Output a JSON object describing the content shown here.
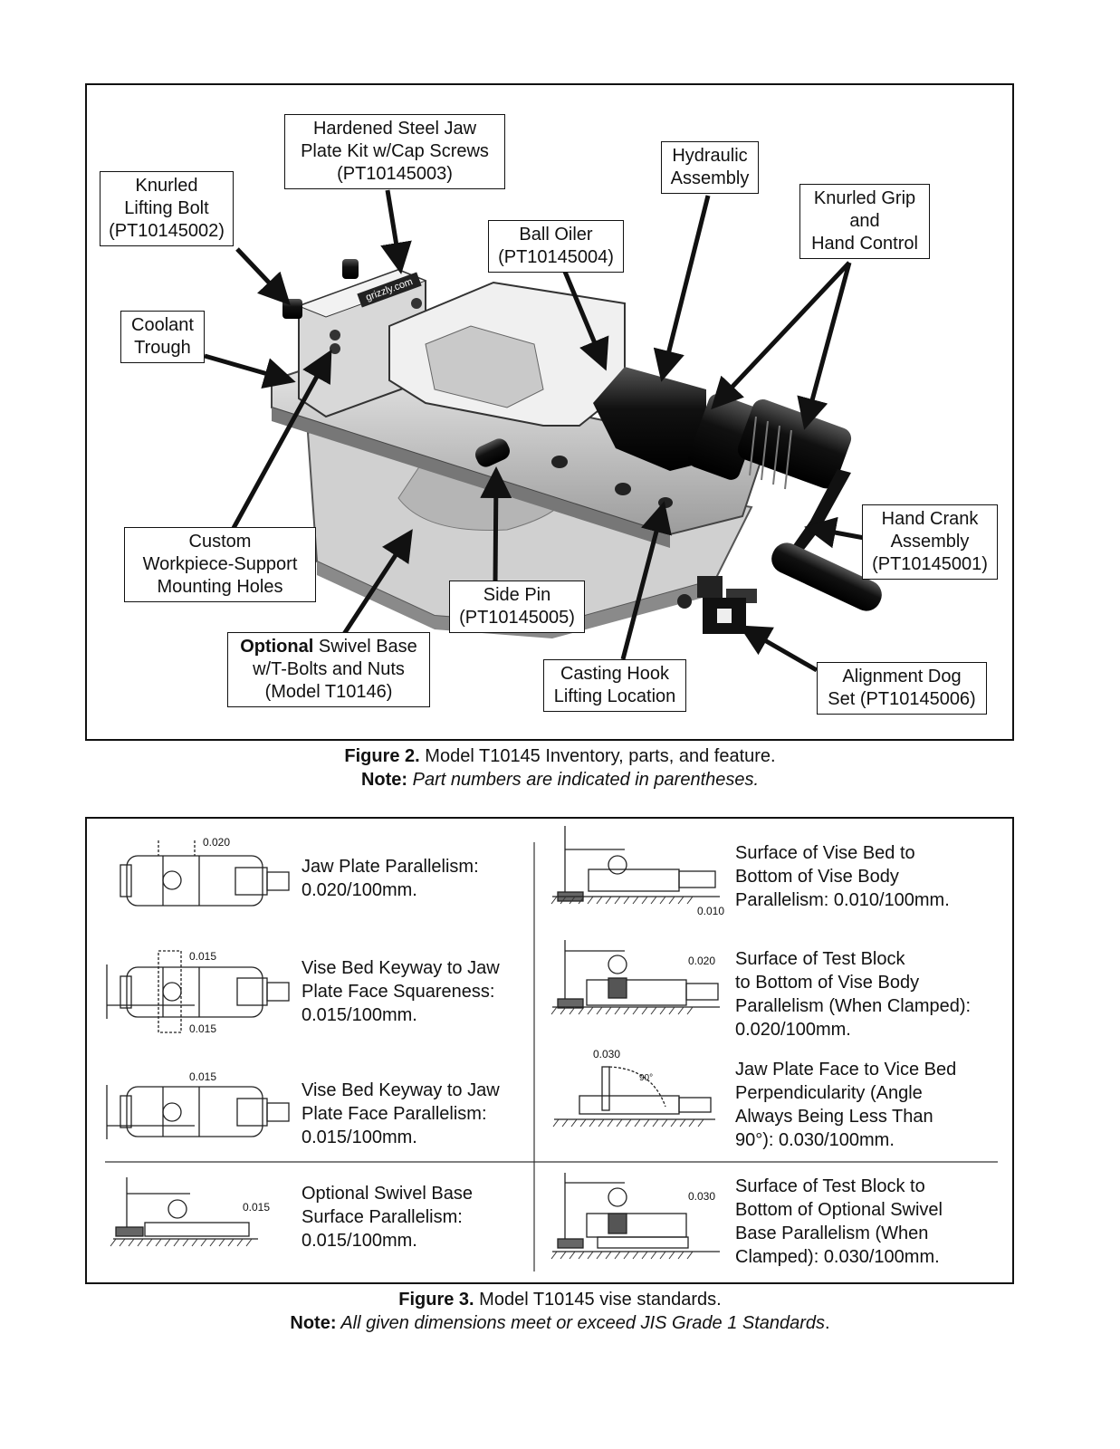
{
  "figure2": {
    "callouts": {
      "knurled_lifting_bolt": [
        "Knurled",
        "Lifting Bolt",
        "(PT10145002)"
      ],
      "jaw_plate_kit": [
        "Hardened Steel Jaw",
        "Plate Kit w/Cap Screws",
        "(PT10145003)"
      ],
      "hydraulic_assembly": [
        "Hydraulic",
        "Assembly"
      ],
      "knurled_grip": [
        "Knurled Grip",
        "and",
        "Hand Control"
      ],
      "ball_oiler": [
        "Ball Oiler",
        "(PT10145004)"
      ],
      "coolant_trough": [
        "Coolant",
        "Trough"
      ],
      "workpiece_support": [
        "Custom",
        "Workpiece-Support",
        "Mounting Holes"
      ],
      "hand_crank": [
        "Hand Crank",
        "Assembly",
        "(PT10145001)"
      ],
      "side_pin": [
        "Side Pin",
        "(PT10145005)"
      ],
      "swivel_base_bold": "Optional",
      "swivel_base": [
        " Swivel Base",
        "w/T-Bolts and Nuts",
        "(Model T10146)"
      ],
      "casting_hook": [
        "Casting Hook",
        "Lifting Location"
      ],
      "alignment_dog": [
        "Alignment Dog",
        "Set (PT10145006)"
      ]
    },
    "product_label": "grizzly.com",
    "caption_bold": "Figure 2.",
    "caption_text": " Model T10145 Inventory, parts, and feature.",
    "note_bold": "Note:",
    "note_text": " Part numbers are indicated in parentheses."
  },
  "figure3": {
    "standards": [
      {
        "lines": [
          "Jaw Plate Parallelism:",
          "0.020/100mm."
        ],
        "dims": [
          "0.020"
        ]
      },
      {
        "lines": [
          "Vise Bed Keyway to Jaw",
          "Plate Face Squareness:",
          "0.015/100mm."
        ],
        "dims": [
          "0.015",
          "0.015"
        ]
      },
      {
        "lines": [
          "Vise Bed Keyway to Jaw",
          "Plate Face Parallelism:",
          "0.015/100mm."
        ],
        "dims": [
          "0.015"
        ]
      },
      {
        "lines": [
          "Optional Swivel Base",
          "Surface Parallelism:",
          "0.015/100mm."
        ],
        "dims": [
          "0.015"
        ]
      },
      {
        "lines": [
          "Surface of Vise Bed to",
          "Bottom of Vise Body",
          "Parallelism: 0.010/100mm."
        ],
        "dims": [
          "0.010"
        ]
      },
      {
        "lines": [
          "Surface of Test Block",
          "to Bottom of Vise Body",
          "Parallelism (When Clamped):",
          "0.020/100mm."
        ],
        "dims": [
          "0.020"
        ]
      },
      {
        "lines": [
          "Jaw Plate Face to Vice Bed",
          "Perpendicularity (Angle",
          "Always Being Less Than",
          "90°): 0.030/100mm."
        ],
        "dims": [
          "0.030",
          "90°"
        ]
      },
      {
        "lines": [
          "Surface of Test Block to",
          "Bottom of Optional Swivel",
          "Base Parallelism (When",
          "Clamped): 0.030/100mm."
        ],
        "dims": [
          "0.030"
        ]
      }
    ],
    "caption_bold": "Figure 3.",
    "caption_text": " Model T10145 vise standards.",
    "note_bold": "Note:",
    "note_text": " All given dimensions meet or exceed JIS Grade 1 Standards",
    "note_end": "."
  }
}
